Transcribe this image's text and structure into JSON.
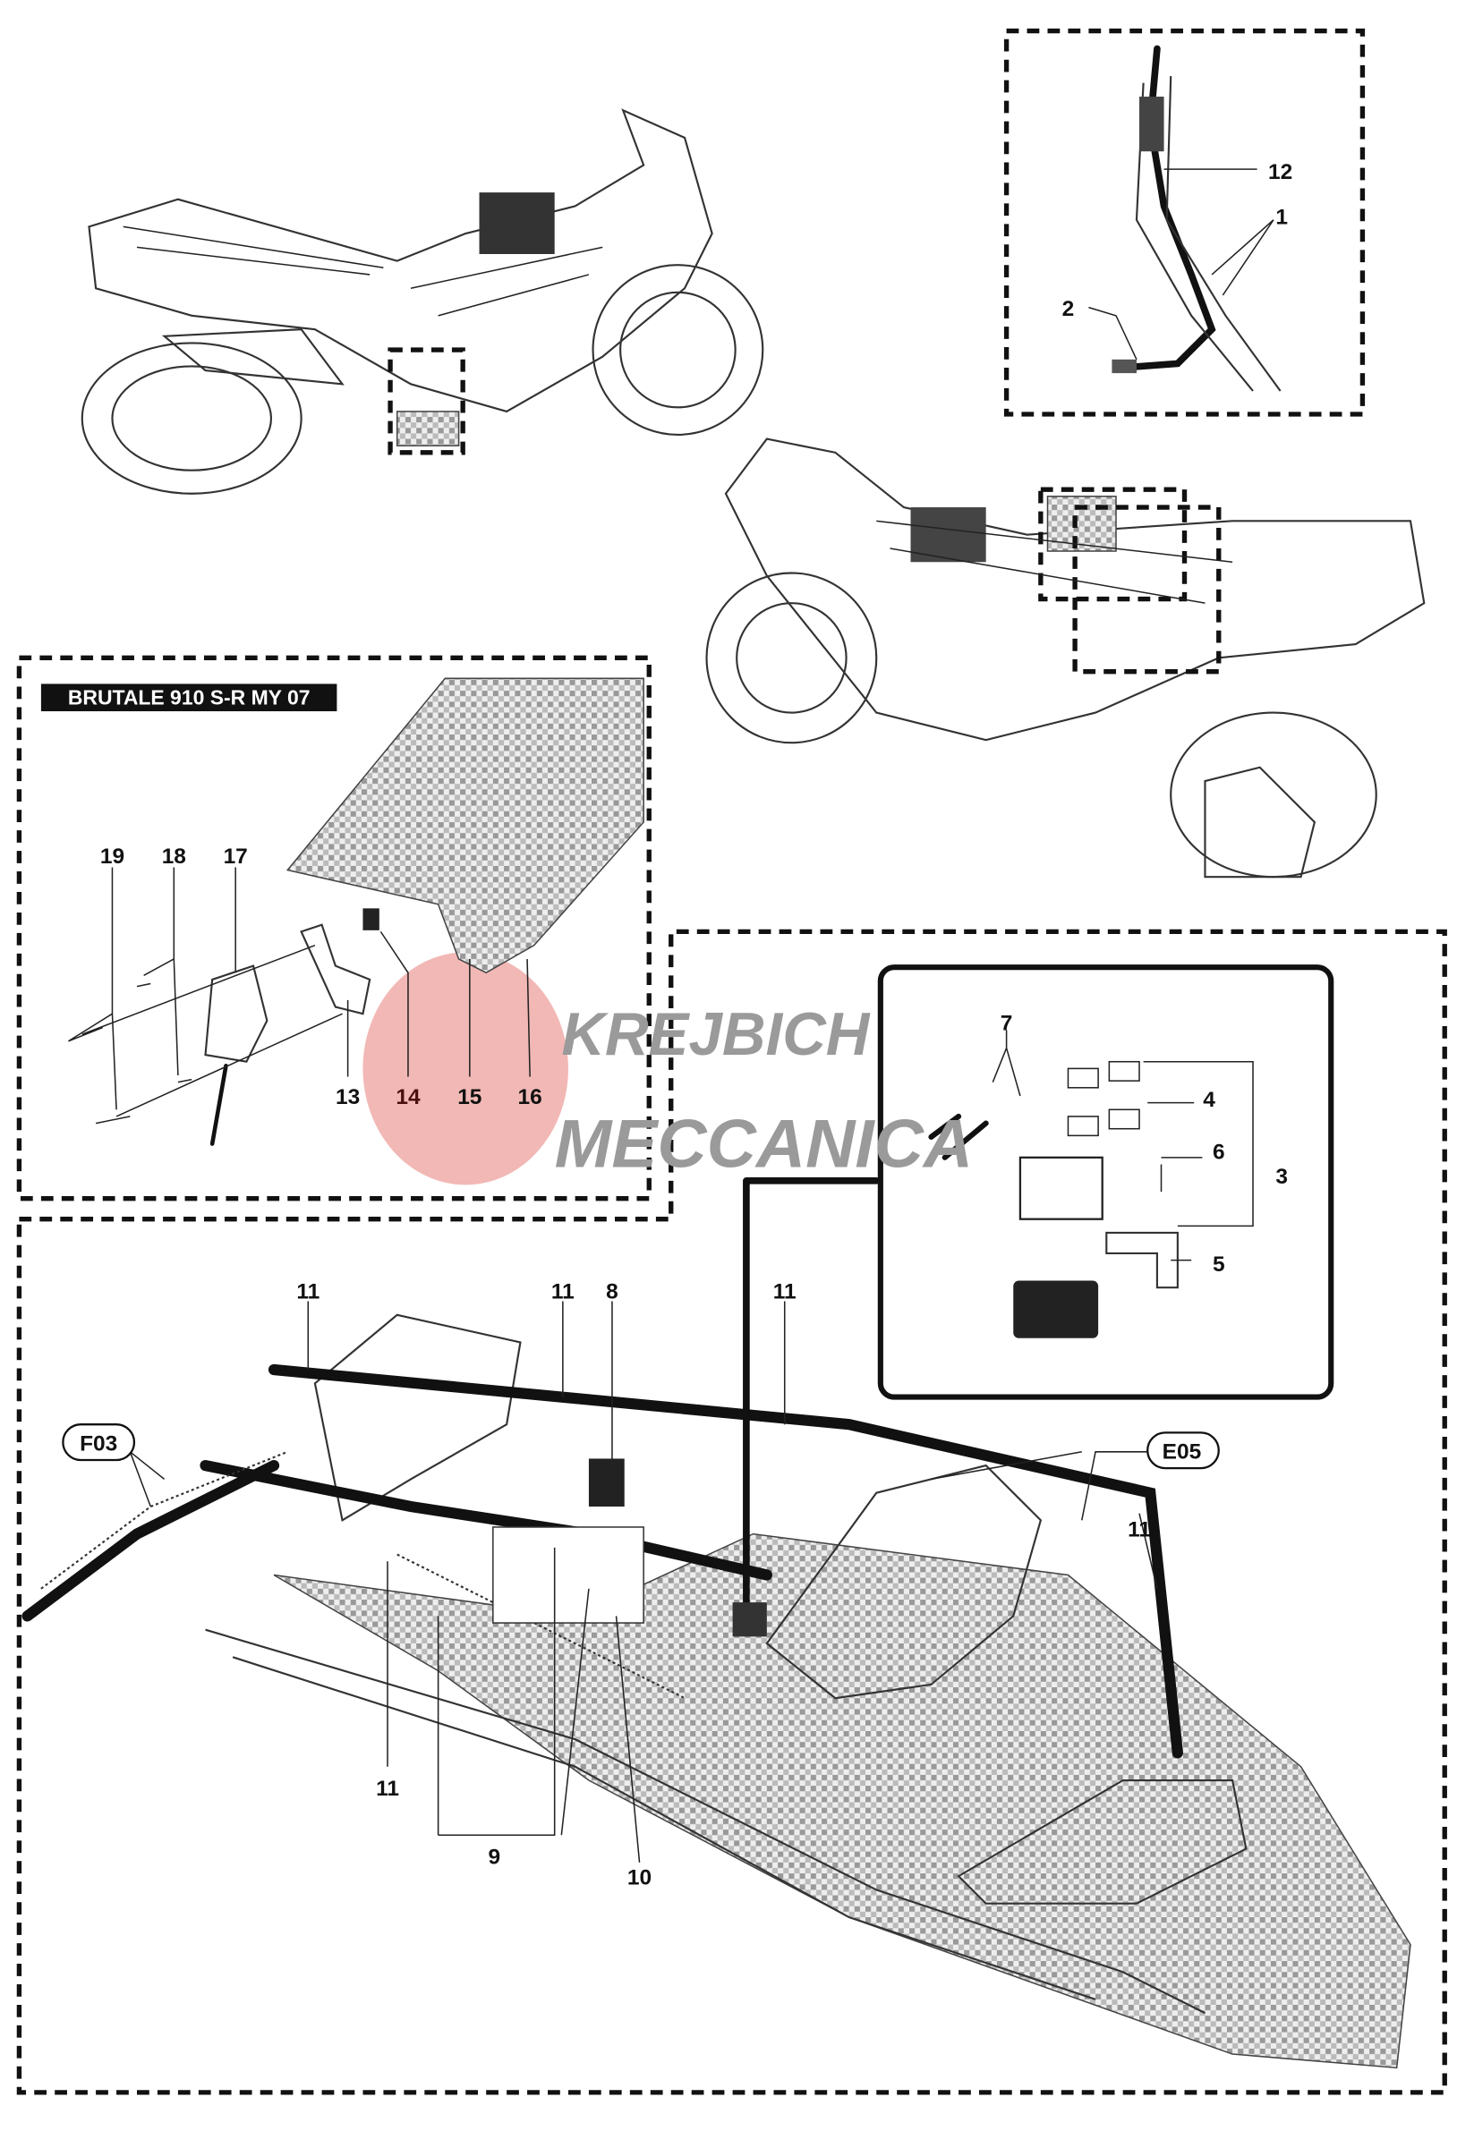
{
  "title_box": {
    "label": "BRUTALE 910 S-R MY 07"
  },
  "watermark": {
    "line1": "KREJBICH",
    "line2": "MECCANICA",
    "circle_color": "#e88a86"
  },
  "top_right_detail": {
    "callouts": [
      "12",
      "1",
      "2"
    ]
  },
  "left_detail": {
    "callouts": [
      "19",
      "18",
      "17",
      "13",
      "14",
      "15",
      "16"
    ]
  },
  "relay_inset": {
    "callouts": [
      "7",
      "4",
      "6",
      "3",
      "5"
    ]
  },
  "main_view": {
    "callouts": {
      "c11a": "11",
      "c11b": "11",
      "c8": "8",
      "c11c": "11",
      "c11d": "11",
      "c11e": "11",
      "c9": "9",
      "c10": "10"
    },
    "refs": {
      "f03": "F03",
      "e05": "E05"
    }
  }
}
